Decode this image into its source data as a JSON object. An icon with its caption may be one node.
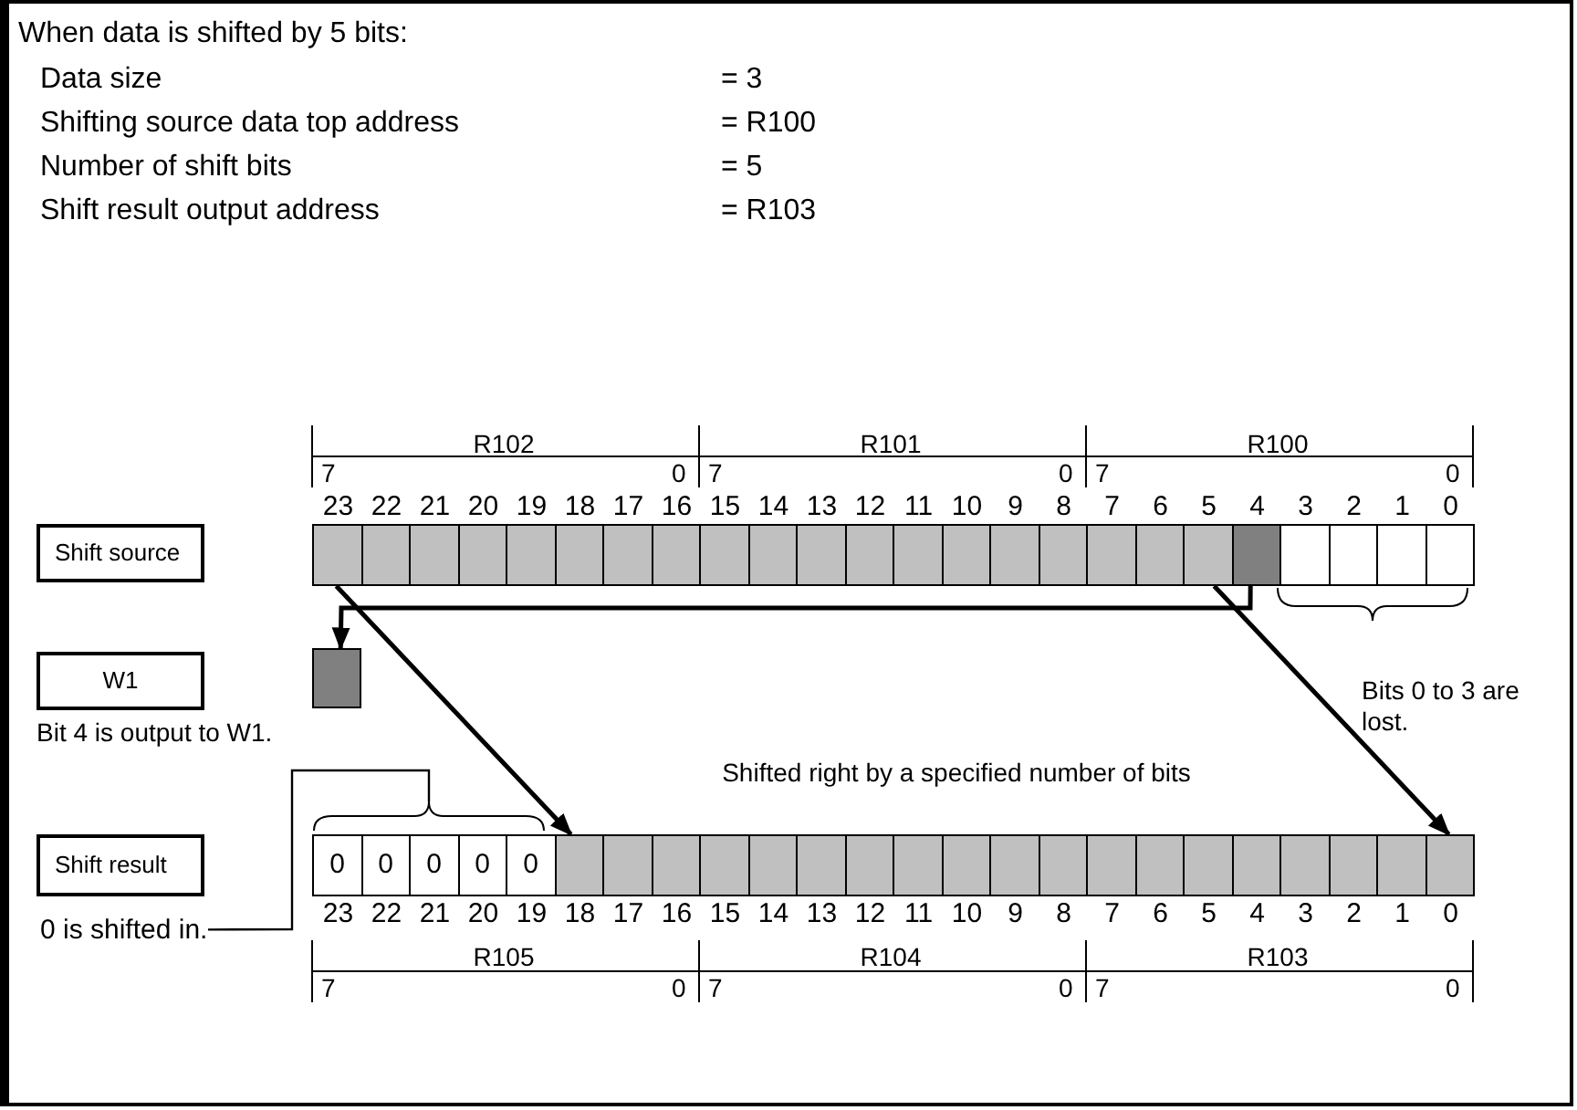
{
  "diagram": {
    "title": "When data is shifted by 5 bits:",
    "nodes": [
      {
        "text": [
          "Shift source"
        ]
      },
      {
        "text": [],
        "shape": "box",
        "beside": [
          "23"
        ]
      },
      {
        "text": [],
        "shape": "box",
        "beside": [
          "22"
        ]
      },
      {
        "text": [],
        "shape": "box",
        "beside": [
          "21"
        ]
      },
      {
        "text": [],
        "shape": "box",
        "beside": [
          "20"
        ]
      },
      {
        "text": [],
        "shape": "box",
        "beside": [
          "19"
        ]
      },
      {
        "text": [],
        "shape": "box",
        "beside": [
          "18"
        ]
      },
      {
        "text": [],
        "shape": "box",
        "beside": [
          "17"
        ]
      },
      {
        "text": [],
        "shape": "box",
        "beside": [
          "16"
        ]
      },
      {
        "text": [],
        "shape": "box",
        "beside": [
          "15"
        ]
      },
      {
        "text": [],
        "shape": "box",
        "beside": [
          "14"
        ]
      },
      {
        "text": [],
        "shape": "box",
        "beside": [
          "13"
        ]
      },
      {
        "text": [],
        "shape": "box",
        "beside": [
          "12"
        ]
      },
      {
        "text": [],
        "shape": "box",
        "beside": [
          "11"
        ]
      },
      {
        "text": [],
        "shape": "box",
        "beside": [
          "10"
        ]
      },
      {
        "text": [],
        "shape": "box",
        "beside": [
          "9"
        ]
      },
      {
        "text": [],
        "shape": "box",
        "beside": [
          "8"
        ]
      },
      {
        "text": [],
        "shape": "box",
        "beside": [
          "7"
        ]
      },
      {
        "text": [],
        "shape": "box",
        "beside": [
          "6"
        ]
      },
      {
        "text": [],
        "shape": "box",
        "beside": [
          "5"
        ]
      },
      {
        "text": [],
        "shape": "box",
        "beside": [
          "4"
        ]
      },
      {
        "text": [],
        "shape": "box",
        "beside": [
          "3"
        ]
      },
      {
        "text": [],
        "shape": "box",
        "beside": [
          "2"
        ]
      },
      {
        "text": [],
        "shape": "box",
        "beside": [
          "1"
        ]
      },
      {
        "text": [],
        "shape": "box",
        "beside": [
          "0"
        ]
      },
      {
        "text": [
          "W1"
        ]
      },
      {
        "text": [],
        "shape": "box"
      },
      {
        "text": [
          "Shift result"
        ]
      },
      {
        "text": [
          "0"
        ],
        "beside": [
          "23"
        ]
      },
      {
        "text": [
          "0"
        ],
        "beside": [
          "22"
        ]
      },
      {
        "text": [
          "0"
        ],
        "beside": [
          "21"
        ]
      },
      {
        "text": [
          "0"
        ],
        "beside": [
          "20"
        ]
      },
      {
        "text": [
          "0"
        ],
        "beside": [
          "19"
        ]
      },
      {
        "text": [],
        "shape": "box",
        "beside": [
          "18"
        ]
      },
      {
        "text": [],
        "shape": "box",
        "beside": [
          "17"
        ]
      },
      {
        "text": [],
        "shape": "box",
        "beside": [
          "16"
        ]
      },
      {
        "text": [],
        "shape": "box",
        "beside": [
          "15"
        ]
      },
      {
        "text": [],
        "shape": "box",
        "beside": [
          "14"
        ]
      },
      {
        "text": [],
        "shape": "box",
        "beside": [
          "13"
        ]
      },
      {
        "text": [],
        "shape": "box",
        "beside": [
          "12"
        ]
      },
      {
        "text": [],
        "shape": "box",
        "beside": [
          "11"
        ]
      },
      {
        "text": [],
        "shape": "box",
        "beside": [
          "10"
        ]
      },
      {
        "text": [],
        "shape": "box",
        "beside": [
          "9"
        ]
      },
      {
        "text": [],
        "shape": "box",
        "beside": [
          "8"
        ]
      },
      {
        "text": [],
        "shape": "box",
        "beside": [
          "7"
        ]
      },
      {
        "text": [],
        "shape": "box",
        "beside": [
          "6"
        ]
      },
      {
        "text": [],
        "shape": "box",
        "beside": [
          "5"
        ]
      },
      {
        "text": [],
        "shape": "box",
        "beside": [
          "4"
        ]
      },
      {
        "text": [],
        "shape": "box",
        "beside": [
          "3"
        ]
      },
      {
        "text": [],
        "shape": "box",
        "beside": [
          "2"
        ]
      },
      {
        "text": [],
        "shape": "box",
        "beside": [
          "1"
        ]
      },
      {
        "text": [],
        "shape": "box",
        "beside": [
          "0"
        ]
      },
      {
        "text": [
          "0 is shifted in."
        ]
      },
      {
        "text": [],
        "shape": "brace"
      }
    ],
    "edges": [
      {
        "from": 20,
        "to": 26,
        "arrow": "to"
      },
      {
        "from": 1,
        "to": 33,
        "arrow": "to"
      },
      {
        "from": 19,
        "to": 51,
        "arrow": "to"
      },
      {
        "from": 52,
        "to": 53,
        "arrow": "none"
      }
    ],
    "labels": [
      "Data size",
      "= 3",
      "Shifting source data top address",
      "= R100",
      "Number of shift bits",
      "= 5",
      "Shift result output address",
      "= R103",
      "R102",
      "R101",
      "R100",
      "7",
      "0",
      "7",
      "0",
      "7",
      "0",
      "Bits 0 to 3 are lost.",
      "Bit 4 is output to W1.",
      "Shifted right by a specified number of bits",
      "R105",
      "R104",
      "R103",
      "7",
      "0",
      "7",
      "0",
      "7",
      "0"
    ]
  }
}
